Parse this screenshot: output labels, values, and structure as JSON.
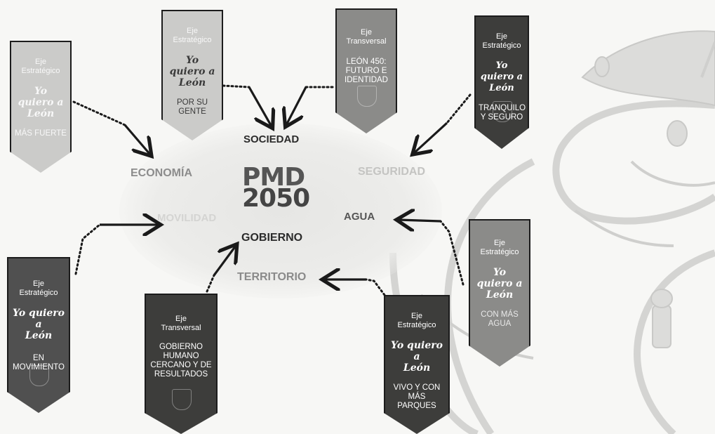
{
  "center": {
    "pmd_line1": "PMD",
    "pmd_line2": "2050",
    "pmd_sub": ""
  },
  "nodes": {
    "sociedad": {
      "label": "SOCIEDAD",
      "sub": ""
    },
    "economia": {
      "label": "ECONOMÍA",
      "sub": ""
    },
    "seguridad": {
      "label": "SEGURIDAD",
      "sub": ""
    },
    "movilidad": {
      "label": "MOVILIDAD",
      "sub": ""
    },
    "agua": {
      "label": "AGUA",
      "sub": ""
    },
    "gobierno": {
      "label": "GOBIERNO",
      "sub": ""
    },
    "territorio": {
      "label": "TERRITORIO",
      "sub": ""
    }
  },
  "banners": [
    {
      "id": "mas-fuerte",
      "head_1": "Eje",
      "head_2": "Estratégico",
      "slogan_1": "Yo quiero a",
      "slogan_2": "León",
      "title": "MÁS FUERTE"
    },
    {
      "id": "por-su-gente",
      "head_1": "Eje",
      "head_2": "Estratégico",
      "slogan_1": "Yo quiero a",
      "slogan_2": "León",
      "title": "POR SU GENTE"
    },
    {
      "id": "leon-450",
      "head_1": "Eje",
      "head_2": "Transversal",
      "slogan_1": "",
      "slogan_2": "",
      "title": "LEÓN 450: FUTURO E IDENTIDAD"
    },
    {
      "id": "tranquilo-seguro",
      "head_1": "Eje",
      "head_2": "Estratégico",
      "slogan_1": "Yo quiero a",
      "slogan_2": "León",
      "title": "TRANQUILO Y SEGURO"
    },
    {
      "id": "con-mas-agua",
      "head_1": "Eje",
      "head_2": "Estratégico",
      "slogan_1": "Yo quiero a",
      "slogan_2": "León",
      "title": "CON MÁS AGUA"
    },
    {
      "id": "en-movimiento",
      "head_1": "Eje",
      "head_2": "Estratégico",
      "slogan_1": "Yo quiero a",
      "slogan_2": "León",
      "title": "EN MOVIMIENTO"
    },
    {
      "id": "gobierno-humano",
      "head_1": "Eje",
      "head_2": "Transversal",
      "slogan_1": "",
      "slogan_2": "",
      "title": "GOBIERNO HUMANO CERCANO Y DE RESULTADOS"
    },
    {
      "id": "vivo-parques",
      "head_1": "Eje",
      "head_2": "Estratégico",
      "slogan_1": "Yo quiero a",
      "slogan_2": "León",
      "title": "VIVO Y CON MÁS PARQUES"
    }
  ]
}
